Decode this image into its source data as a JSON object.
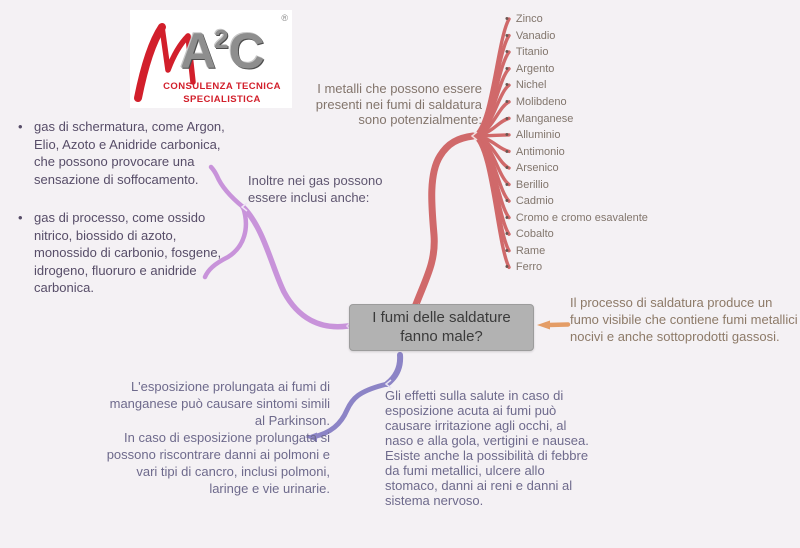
{
  "logo": {
    "letter_a": "A",
    "sup_2": "2",
    "letter_c": "C",
    "registered": "®",
    "tagline1": "CONSULENZA TECNICA",
    "tagline2": "SPECIALISTICA"
  },
  "central_node": {
    "label": "I fumi delle saldature fanno male?"
  },
  "branches": {
    "gases": {
      "label": "Inoltre nei gas possono essere inclusi anche:",
      "color": "#c893da",
      "items": [
        "gas di schermatura, come Argon, Elio, Azoto e Anidride carbonica, che possono provocare una sensazione di soffocamento.",
        "gas di processo, come ossido nitrico, biossido di azoto, monossido di carbonio, fosgene, idrogeno, fluoruro e anidride carbonica."
      ]
    },
    "metals": {
      "label": "I metalli che possono essere presenti nei fumi di saldatura sono potenzialmente:",
      "color": "#d0696a",
      "items": [
        "Zinco",
        "Vanadio",
        "Titanio",
        "Argento",
        "Nichel",
        "Molibdeno",
        "Manganese",
        "Alluminio",
        "Antimonio",
        "Arsenico",
        "Berillio",
        "Cadmio",
        "Cromo e cromo esavalente",
        "Cobalto",
        "Rame",
        "Ferro"
      ]
    },
    "smoke": {
      "text": "Il processo di saldatura produce un fumo visibile che contiene fumi metallici nocivi e anche sottoprodotti gassosi.",
      "color": "#e49d66"
    },
    "health": {
      "color": "#8c84c6",
      "acute": "Gli effetti sulla salute in caso di esposizione acuta ai fumi può causare irritazione agli occhi, al naso e alla gola, vertigini e nausea. Esiste anche la possibilità di febbre da fumi metallici, ulcere allo stomaco, danni ai reni e danni al sistema nervoso.",
      "chronic_paragraphs": [
        "L'esposizione prolungata ai fumi di manganese può causare sintomi simili al Parkinson.",
        "In caso di esposizione prolungata si possono riscontrare danni ai polmoni e vari tipi di cancro, inclusi polmoni, laringe e vie urinarie."
      ]
    }
  },
  "colors": {
    "background": "#f4f1f4",
    "node_fill": "#b2b2b2",
    "node_text": "#3a3a3a",
    "logo_red": "#d21f2b",
    "logo_gray": "#8e8e8e"
  }
}
